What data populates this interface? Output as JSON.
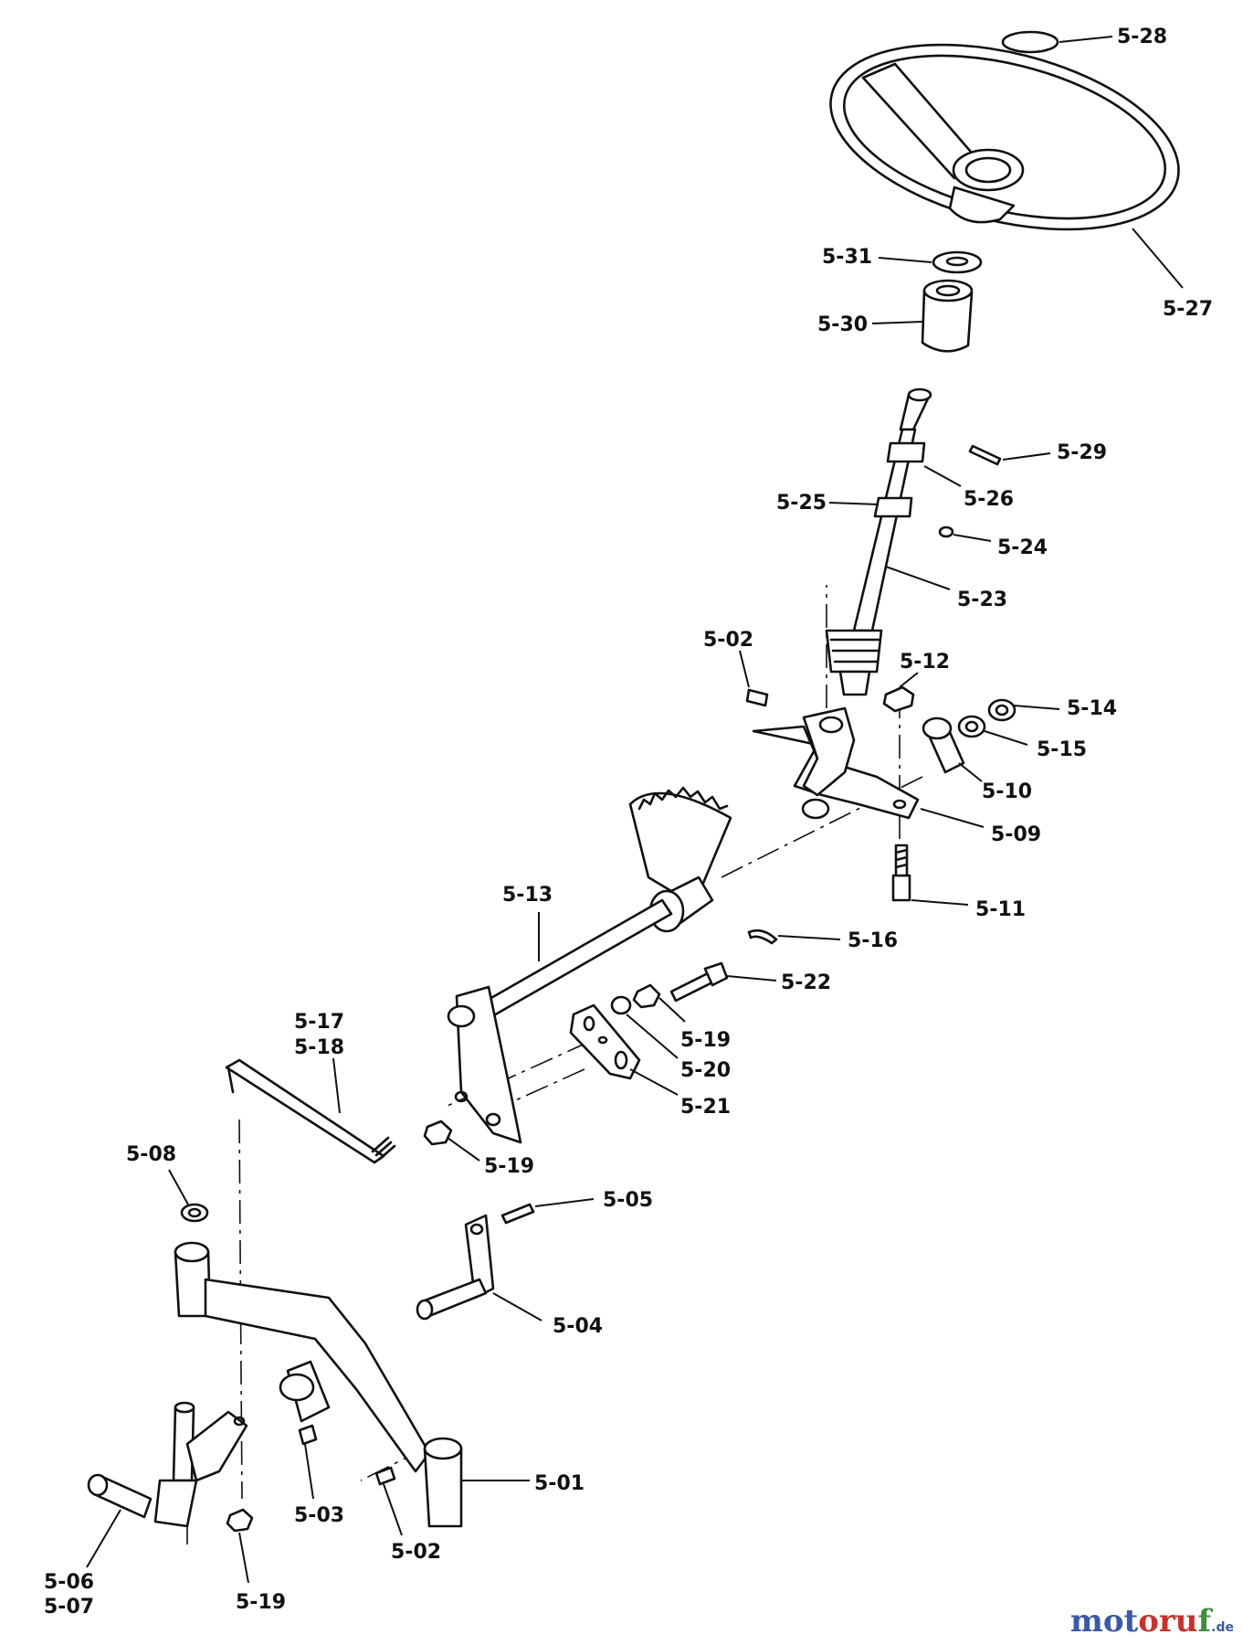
{
  "callouts": {
    "c528": "5-28",
    "c527": "5-27",
    "c531": "5-31",
    "c530": "5-30",
    "c529": "5-29",
    "c526": "5-26",
    "c525": "5-25",
    "c524": "5-24",
    "c523": "5-23",
    "c502a": "5-02",
    "c512": "5-12",
    "c514": "5-14",
    "c515": "5-15",
    "c510": "5-10",
    "c509": "5-09",
    "c511": "5-11",
    "c513": "5-13",
    "c516": "5-16",
    "c522": "5-22",
    "c519a": "5-19",
    "c520": "5-20",
    "c521": "5-21",
    "c517": "5-17",
    "c518": "5-18",
    "c519b": "5-19",
    "c508": "5-08",
    "c505": "5-05",
    "c504": "5-04",
    "c501": "5-01",
    "c503": "5-03",
    "c506": "5-06",
    "c507": "5-07",
    "c519c": "5-19",
    "c502b": "5-02"
  },
  "watermark": {
    "part1": "mot",
    "part2": "oru",
    "part3": "f",
    "tld": ".de"
  }
}
